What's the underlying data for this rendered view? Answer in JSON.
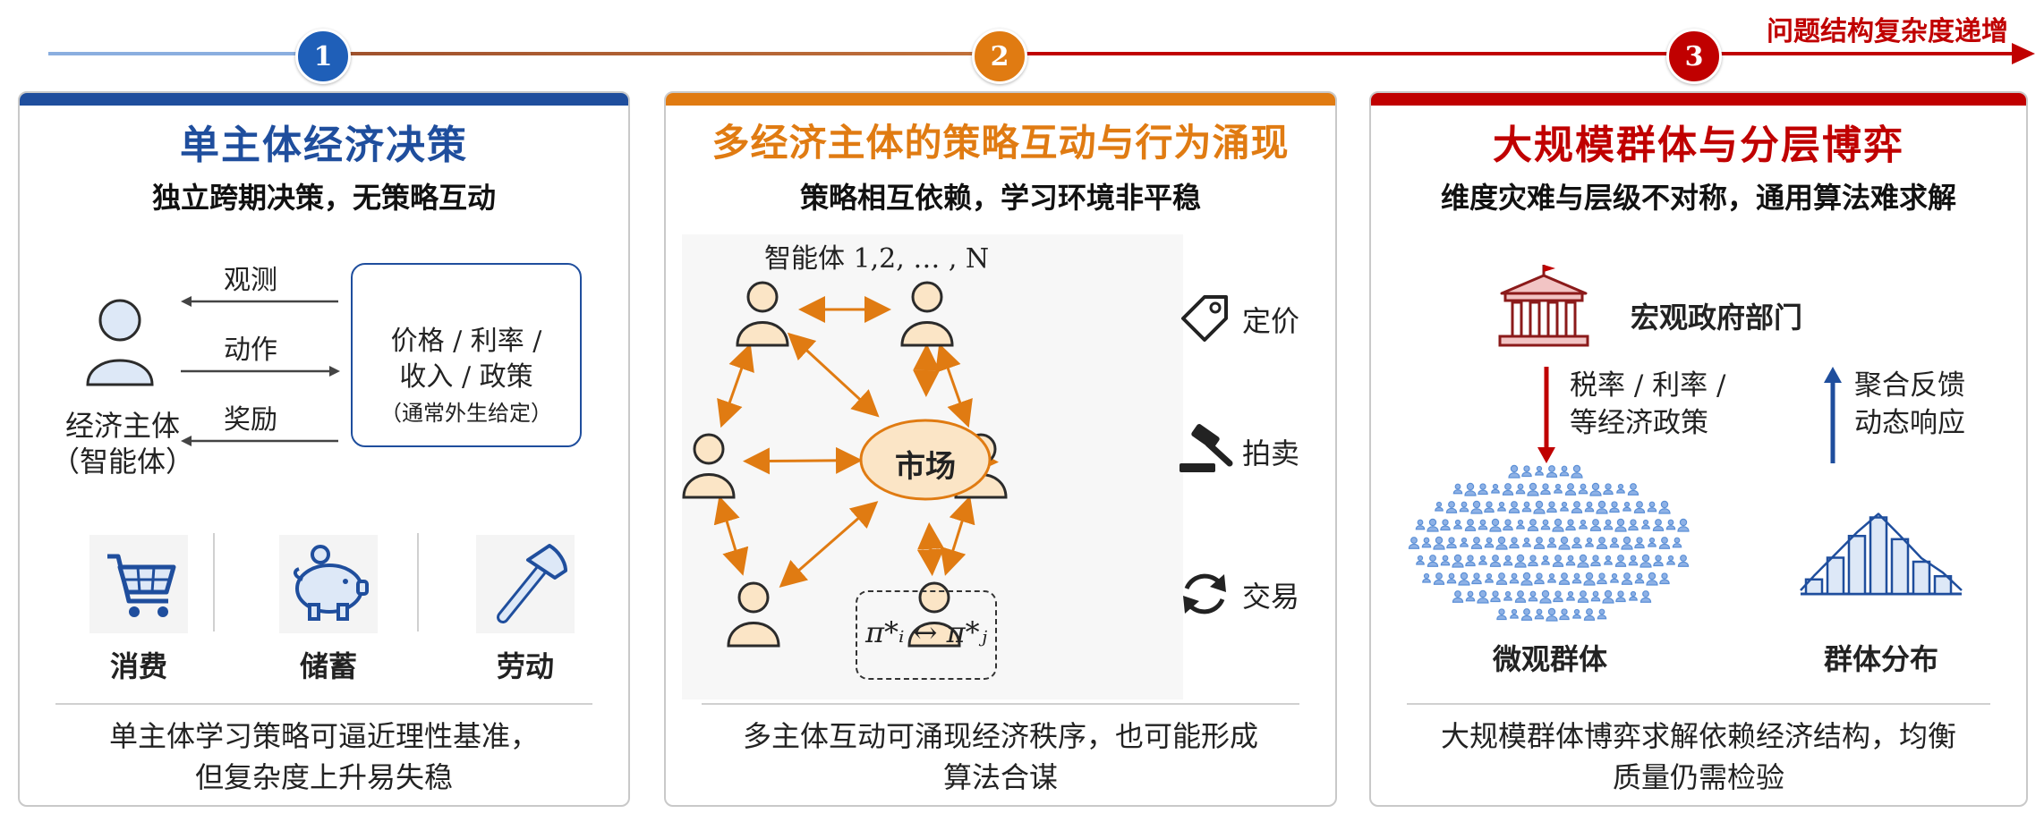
{
  "timeline": {
    "steps": [
      "1",
      "2",
      "3"
    ],
    "complexity_label": "问题结构复杂度递增"
  },
  "colors": {
    "blue": "#1f4e9d",
    "orange": "#e07b12",
    "red": "#c00000",
    "person_fill": "#fbe5c6",
    "person_fill_blue": "#dde8f7",
    "crowd_blue": "#5b8fd6"
  },
  "panel1": {
    "title": "单主体经济决策",
    "subtitle": "独立跨期决策，无策略互动",
    "agent_label_line1": "经济主体",
    "agent_label_line2": "（智能体）",
    "arrows": {
      "observe": "观测",
      "action": "动作",
      "reward": "奖励"
    },
    "environment": {
      "line1": "价格 / 利率 /",
      "line2": "收入 / 政策",
      "note": "（通常外生给定）"
    },
    "icons": [
      {
        "icon": "shopping-cart-icon",
        "label": "消费"
      },
      {
        "icon": "piggy-bank-icon",
        "label": "储蓄"
      },
      {
        "icon": "hammer-icon",
        "label": "劳动"
      }
    ],
    "footer_line1": "单主体学习策略可逼近理性基准，",
    "footer_line2": "但复杂度上升易失稳"
  },
  "panel2": {
    "title": "多经济主体的策略互动与行为涌现",
    "subtitle": "策略相互依赖，学习环境非平稳",
    "agents_label": "智能体  1,2, … , N",
    "market_label": "市场",
    "policy_formula": "π*ᵢ ↔ π*ⱼ",
    "mechanisms": [
      {
        "icon": "price-tag-icon",
        "label": "定价"
      },
      {
        "icon": "gavel-icon",
        "label": "拍卖"
      },
      {
        "icon": "exchange-cycle-icon",
        "label": "交易"
      }
    ],
    "footer_line1": "多主体互动可涌现经济秩序，也可能形成",
    "footer_line2": "算法合谋"
  },
  "panel3": {
    "title": "大规模群体与分层博弈",
    "subtitle": "维度灾难与层级不对称，通用算法难求解",
    "government_label": "宏观政府部门",
    "policy_down_line1": "税率 / 利率 /",
    "policy_down_line2": "等经济政策",
    "feedback_up_line1": "聚合反馈",
    "feedback_up_line2": "动态响应",
    "crowd_label": "微观群体",
    "distribution_label": "群体分布",
    "distribution_bars": [
      0.18,
      0.45,
      0.72,
      0.95,
      0.68,
      0.4,
      0.22
    ],
    "footer_line1": "大规模群体博弈求解依赖经济结构，均衡",
    "footer_line2": "质量仍需检验"
  }
}
